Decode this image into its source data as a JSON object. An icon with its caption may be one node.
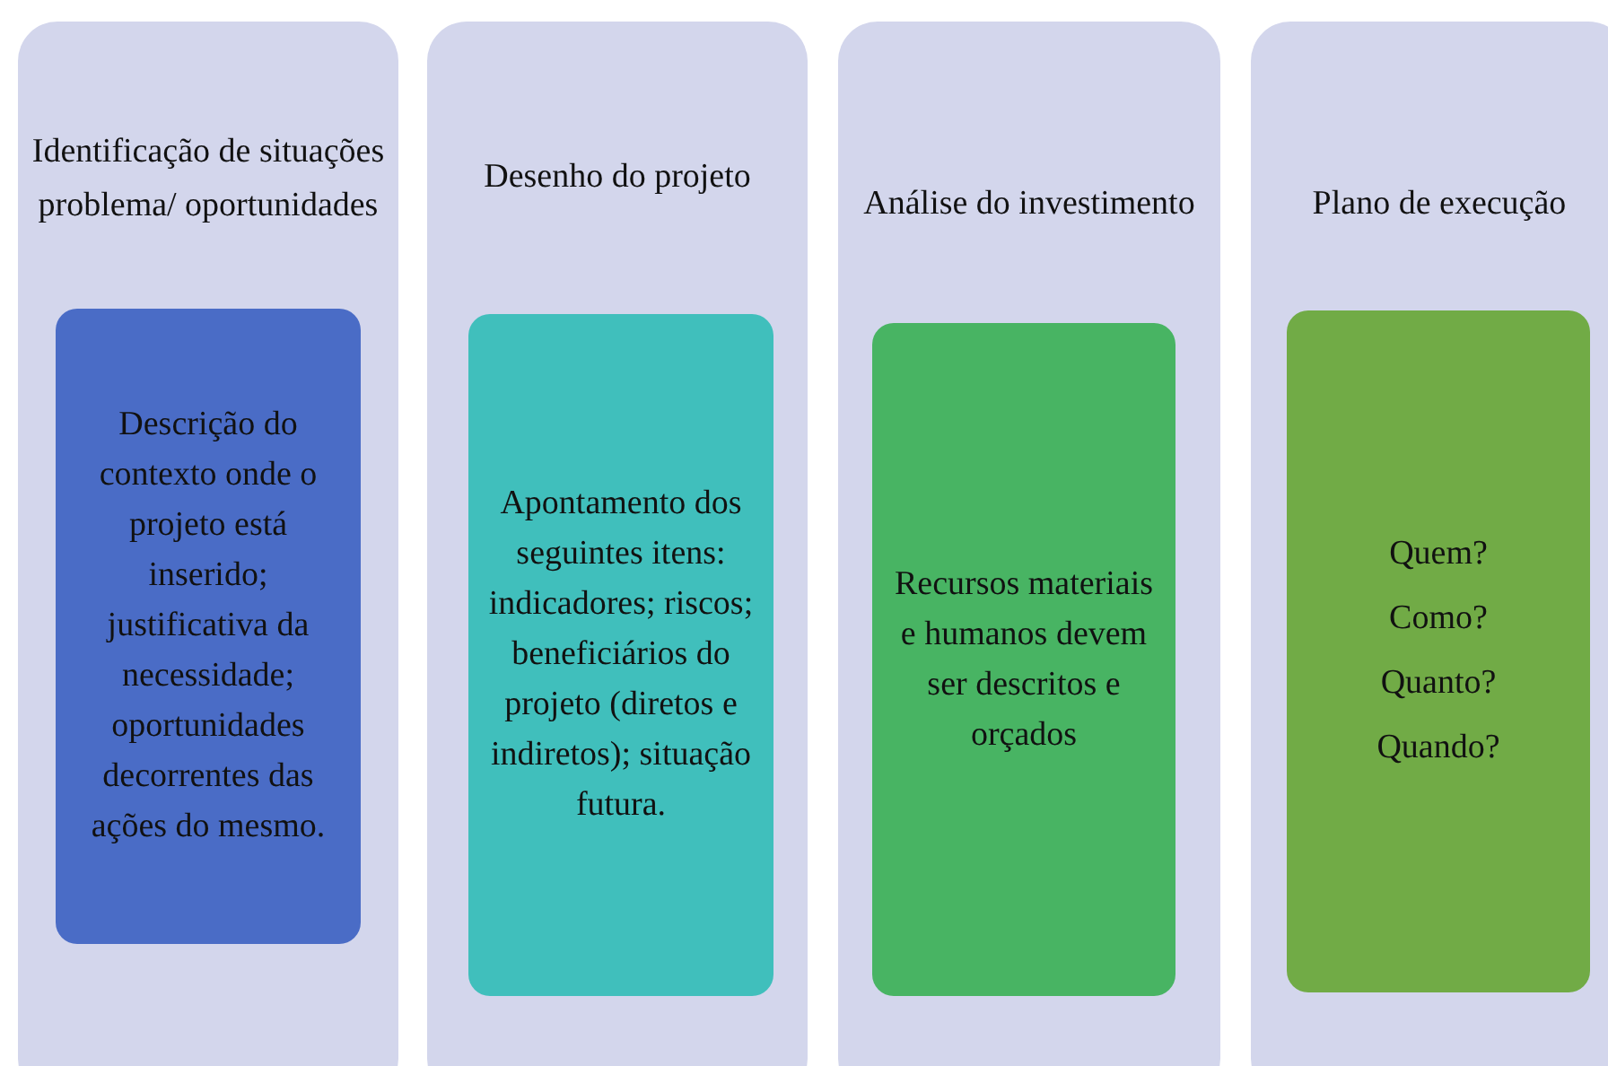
{
  "diagram": {
    "nodes": [
      {
        "text": [
          "Identificação de situações problema/ oportunidades"
        ]
      },
      {
        "text": [
          "Descrição do contexto onde o projeto está inserido; justificativa da necessidade; oportunidades decorrentes das ações do mesmo."
        ],
        "in": 0
      },
      {
        "text": [
          "Desenho do projeto"
        ]
      },
      {
        "text": [
          "Apontamento dos seguintes itens: indicadores; riscos; beneficiários do projeto (diretos e indiretos); situação futura."
        ],
        "in": 2
      },
      {
        "text": [
          "Análise do investimento"
        ]
      },
      {
        "text": [
          "Recursos materiais e humanos devem ser descritos e orçados"
        ],
        "in": 4
      },
      {
        "text": [
          "Plano de execução"
        ]
      },
      {
        "text": [
          "Quem?",
          "Como?",
          "Quanto?",
          "Quando?"
        ],
        "in": 6
      }
    ]
  }
}
